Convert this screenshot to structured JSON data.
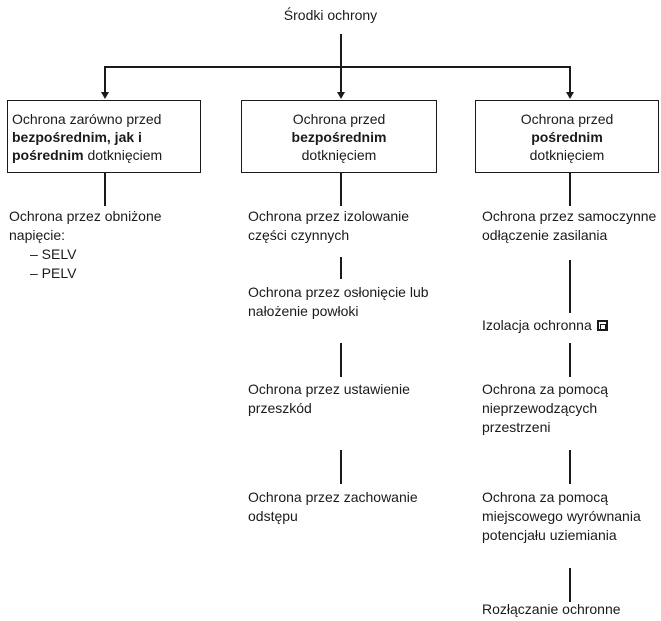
{
  "root": {
    "title": "Środki ochrony"
  },
  "branches": [
    {
      "box": {
        "line1": "Ochrona zarówno przed",
        "line2_bold": "bezpośrednim, jak i",
        "line3_bold": "pośrednim",
        "line3_rest": " dotknięciem"
      },
      "items": [
        {
          "line1": "Ochrona przez obniżone",
          "line2": "napięcie:",
          "sub": [
            "– SELV",
            "– PELV"
          ]
        }
      ]
    },
    {
      "box": {
        "line1": "Ochrona przed",
        "line2_bold": "bezpośrednim",
        "line3": "dotknięciem"
      },
      "items": [
        {
          "line1": "Ochrona przez izolowanie",
          "line2": "części czynnych"
        },
        {
          "line1": "Ochrona przez osłonięcie lub",
          "line2": "nałożenie powłoki"
        },
        {
          "line1": "Ochrona przez ustawienie",
          "line2": "przeszkód"
        },
        {
          "line1": "Ochrona przez zachowanie",
          "line2": "odstępu"
        }
      ]
    },
    {
      "box": {
        "line1": "Ochrona przed",
        "line2_bold": "pośrednim",
        "line3": "dotknięciem"
      },
      "items": [
        {
          "line1": "Ochrona przez samoczynne",
          "line2": "odłączenie zasilania"
        },
        {
          "line1": "Izolacja ochronna",
          "icon": "class-ii-double-square-icon"
        },
        {
          "line1": "Ochrona za pomocą",
          "line2": "nieprzewodzących",
          "line3": "przestrzeni"
        },
        {
          "line1": "Ochrona za pomocą",
          "line2": "miejscowego wyrównania",
          "line3": "potencjału uziemiania"
        },
        {
          "line1": "Rozłączanie ochronne"
        }
      ]
    }
  ]
}
